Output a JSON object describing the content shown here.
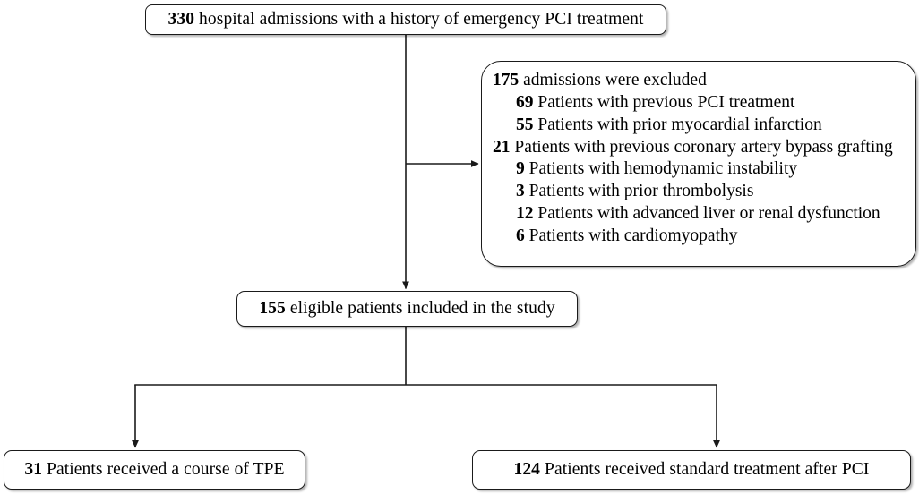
{
  "figure": {
    "type": "flowchart",
    "orientation": "top-down",
    "line_color": "#1a1a1a",
    "box_fill": "#ffffff",
    "text_color": "#000000"
  },
  "nodes": {
    "top": {
      "count": "330",
      "text": " hospital admissions with a history of emergency PCI treatment",
      "full": "330 hospital admissions with a history of emergency PCI treatment"
    },
    "excluded": {
      "header_count": "175",
      "header_text": " admissions were excluded",
      "items": [
        {
          "count": "69",
          "text": " Patients with previous PCI treatment"
        },
        {
          "count": "55",
          "text": " Patients with prior myocardial infarction"
        },
        {
          "count": "21",
          "text": " Patients with previous coronary artery bypass grafting"
        },
        {
          "count": "9",
          "text": " Patients with hemodynamic instability"
        },
        {
          "count": "3",
          "text": " Patients with prior thrombolysis"
        },
        {
          "count": "12",
          "text": " Patients with advanced liver or renal dysfunction"
        },
        {
          "count": "6",
          "text": " Patients with cardiomyopathy"
        }
      ]
    },
    "eligible": {
      "count": "155",
      "text": " eligible patients included in the study",
      "full": "155 eligible patients included in the study"
    },
    "tpe": {
      "count": "31",
      "text": " Patients received a course of TPE",
      "full": "31 Patients received a course of TPE"
    },
    "standard": {
      "count": "124",
      "text": " Patients received standard treatment after PCI",
      "full": "124 Patients received standard treatment after PCI"
    }
  },
  "chart_data": {
    "type": "flowchart",
    "title": "",
    "nodes": [
      {
        "id": "top",
        "label": "330 hospital admissions with a history of emergency PCI treatment",
        "value": 330
      },
      {
        "id": "excluded",
        "label": "175 admissions were excluded",
        "value": 175
      },
      {
        "id": "eligible",
        "label": "155 eligible patients included in the study",
        "value": 155
      },
      {
        "id": "tpe",
        "label": "31 Patients received a course of TPE",
        "value": 31
      },
      {
        "id": "standard",
        "label": "124 Patients received standard treatment after PCI",
        "value": 124
      }
    ],
    "exclusion_breakdown": [
      {
        "label": "Patients with previous PCI treatment",
        "value": 69
      },
      {
        "label": "Patients with prior myocardial infarction",
        "value": 55
      },
      {
        "label": "Patients with previous coronary artery bypass grafting",
        "value": 21
      },
      {
        "label": "Patients with hemodynamic instability",
        "value": 9
      },
      {
        "label": "Patients with prior thrombolysis",
        "value": 3
      },
      {
        "label": "Patients with advanced liver or renal dysfunction",
        "value": 12
      },
      {
        "label": "Patients with cardiomyopathy",
        "value": 6
      }
    ],
    "edges": [
      {
        "from": "top",
        "to": "excluded",
        "style": "arrow-right"
      },
      {
        "from": "top",
        "to": "eligible",
        "style": "arrow-down"
      },
      {
        "from": "eligible",
        "to": "tpe",
        "style": "arrow-down-split"
      },
      {
        "from": "eligible",
        "to": "standard",
        "style": "arrow-down-split"
      }
    ]
  }
}
